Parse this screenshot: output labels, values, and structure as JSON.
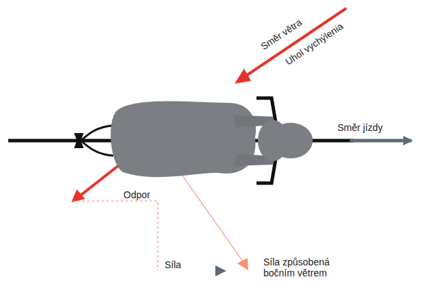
{
  "diagram": {
    "labels": [
      "Směr větra",
      "Uhol vychýlenia",
      "Směr jízdy",
      "Odpor",
      "Síla",
      "Síla způsobená bočním větrem"
    ]
  }
}
